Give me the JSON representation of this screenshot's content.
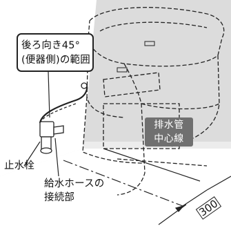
{
  "callout": {
    "line1": "後ろ向き45°",
    "line2": "(便器側)の範囲"
  },
  "drain_label": {
    "line1": "排水管",
    "line2": "中心線"
  },
  "labels": {
    "stop_valve": "止水栓",
    "hose_connection_line1": "給水ホースの",
    "hose_connection_line2": "接続部"
  },
  "dimension": {
    "value": "300"
  }
}
